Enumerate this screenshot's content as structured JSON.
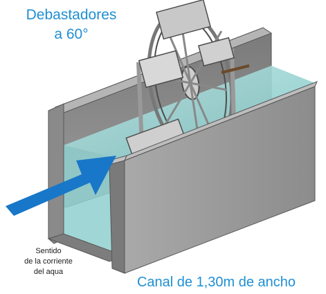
{
  "labels": {
    "title_line1": "Debastadores",
    "title_line2": "a 60°",
    "flow_line1": "Sentido",
    "flow_line2": "de la corriente",
    "flow_line3": "del aqua",
    "canal": "Canal de 1,30m de ancho"
  },
  "colors": {
    "accent": "#1f8fd2",
    "arrow": "#1877c8",
    "water": "#8fd0cf",
    "concrete": "#9c9c9c",
    "concrete_dark": "#6f6f6f"
  }
}
